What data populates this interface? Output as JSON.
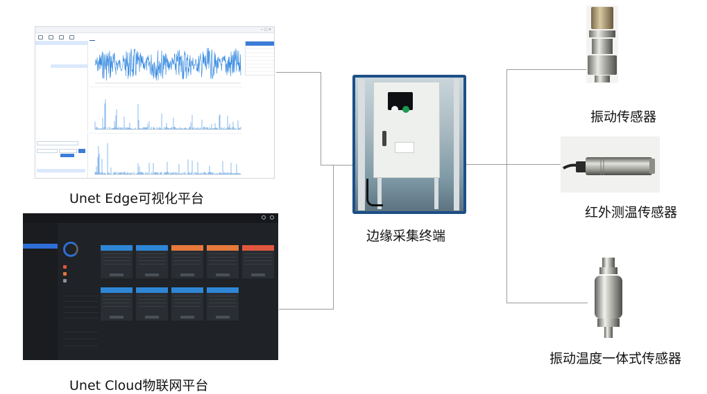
{
  "captions": {
    "edge_platform": "Unet Edge可视化平台",
    "cloud_platform": "Unet Cloud物联网平台",
    "terminal": "边缘采集终端",
    "sensor_vibration": "振动传感器",
    "sensor_infrared": "红外测温传感器",
    "sensor_combo": "振动温度一体式传感器"
  },
  "colors": {
    "connector": "#9a9a9a",
    "terminal_frame": "#1d4f86",
    "edge_accent": "#3b7dd8",
    "cloud_bg": "#1f2226",
    "cloud_accent": "#2d6fd6",
    "card_blue": "#2f86d6",
    "card_orange": "#e6793b",
    "card_red": "#e0573f"
  },
  "icons": {
    "edge_toolbar": [
      "folder-icon",
      "refresh-icon",
      "settings-icon",
      "export-icon"
    ],
    "cloud_header": [
      "user-icon",
      "power-icon"
    ]
  }
}
